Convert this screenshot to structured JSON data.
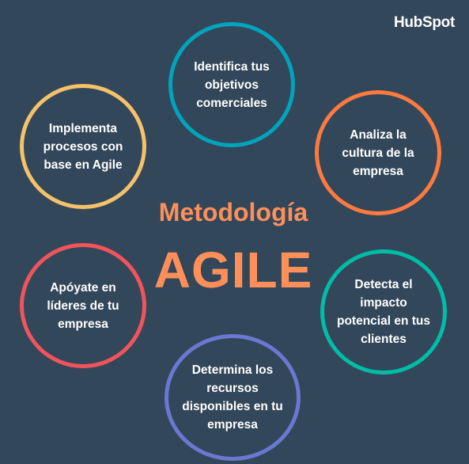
{
  "logo": {
    "text": "HubSpot"
  },
  "center": {
    "subtitle": "Metodología",
    "title": "AGILE"
  },
  "steps": [
    {
      "id": "top",
      "label": "Identifica tus objetivos comerciales",
      "color": "#00a4bd"
    },
    {
      "id": "right",
      "label": "Analiza la cultura de la empresa",
      "color": "#ff7a3f"
    },
    {
      "id": "lower-right",
      "label": "Detecta el impacto potencial en tus clientes",
      "color": "#00bda5"
    },
    {
      "id": "bottom",
      "label": "Determina los recursos disponibles en tu empresa",
      "color": "#6a78d1"
    },
    {
      "id": "lower-left",
      "label": "Apóyate en líderes de tu empresa",
      "color": "#f2545b"
    },
    {
      "id": "left",
      "label": "Implementa procesos con base en Agile",
      "color": "#f5c26b"
    }
  ],
  "colors": {
    "background": "#33475b",
    "accent": "#ff8f59"
  }
}
